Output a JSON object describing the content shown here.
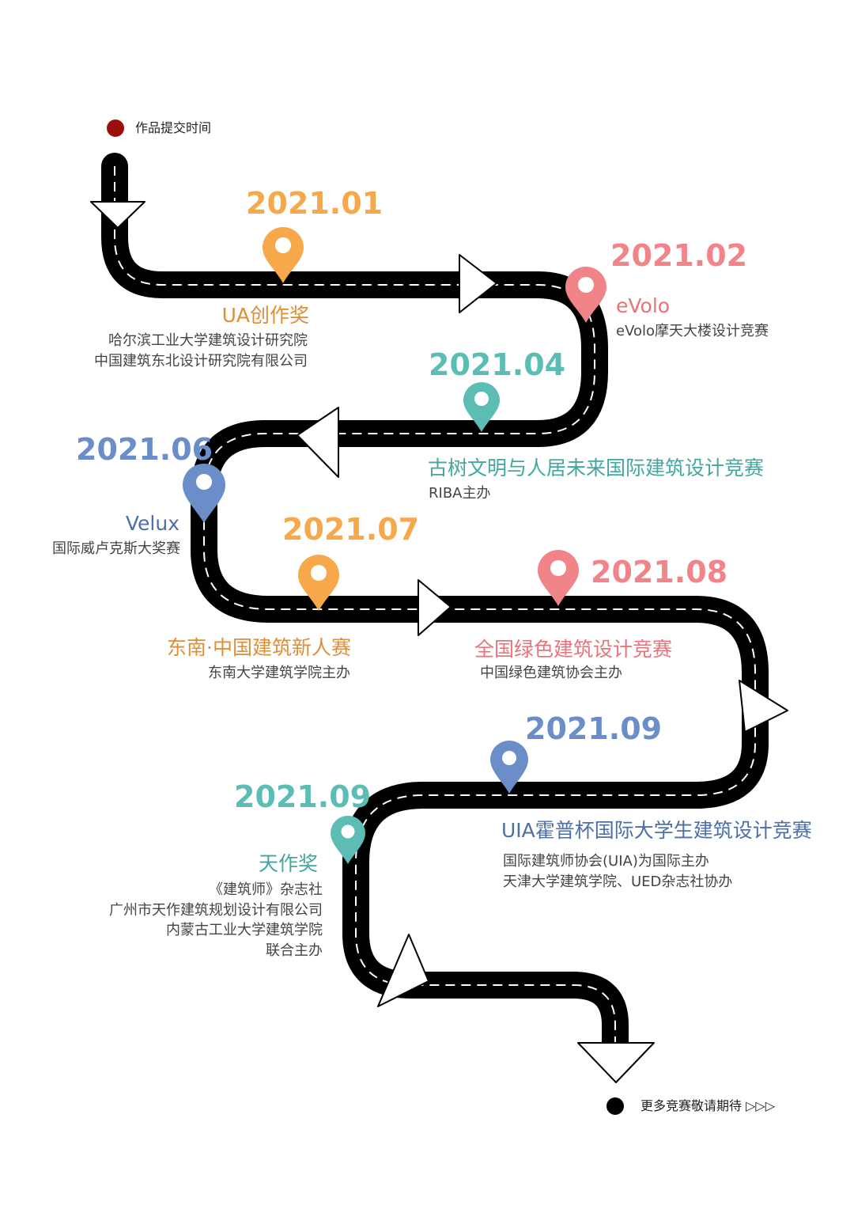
{
  "legend": {
    "start_label": "作品提交时间",
    "end_label": "更多竞赛敬请期待",
    "end_arrows": [
      "▷",
      "▷",
      "▷"
    ]
  },
  "colors": {
    "road": "#000000",
    "road_dash": "#ffffff",
    "legend_dot_start": "#9b0e0e",
    "legend_dot_end": "#000000",
    "orange": "#f6a84b",
    "pink": "#f08488",
    "teal": "#5cbdb5",
    "blue": "#6b8ec9"
  },
  "milestones": [
    {
      "date": "2021.01",
      "color": "orange",
      "title": "UA创作奖",
      "lines": [
        "哈尔滨工业大学建筑设计研究院",
        "中国建筑东北设计研究院有限公司"
      ]
    },
    {
      "date": "2021.02",
      "color": "pink",
      "title": "eVolo",
      "lines": [
        "eVolo摩天大楼设计竞赛"
      ]
    },
    {
      "date": "2021.04",
      "color": "teal",
      "title": "古树文明与人居未来国际建筑设计竞赛",
      "lines": [
        "RIBA主办"
      ]
    },
    {
      "date": "2021.06",
      "color": "blue",
      "title": "Velux",
      "lines": [
        "国际威卢克斯大奖赛"
      ]
    },
    {
      "date": "2021.07",
      "color": "orange",
      "title": "东南·中国建筑新人赛",
      "lines": [
        "东南大学建筑学院主办"
      ]
    },
    {
      "date": "2021.08",
      "color": "pink",
      "title": "全国绿色建筑设计竞赛",
      "lines": [
        "中国绿色建筑协会主办"
      ]
    },
    {
      "date": "2021.09",
      "color": "blue",
      "title": "UIA霍普杯国际大学生建筑设计竞赛",
      "lines": [
        "国际建筑师协会(UIA)为国际主办",
        "天津大学建筑学院、UED杂志社协办"
      ]
    },
    {
      "date": "2021.09",
      "color": "teal",
      "title": "天作奖",
      "lines": [
        "《建筑师》杂志社",
        "广州市天作建筑规划设计有限公司",
        "内蒙古工业大学建筑学院",
        "联合主办"
      ]
    }
  ]
}
